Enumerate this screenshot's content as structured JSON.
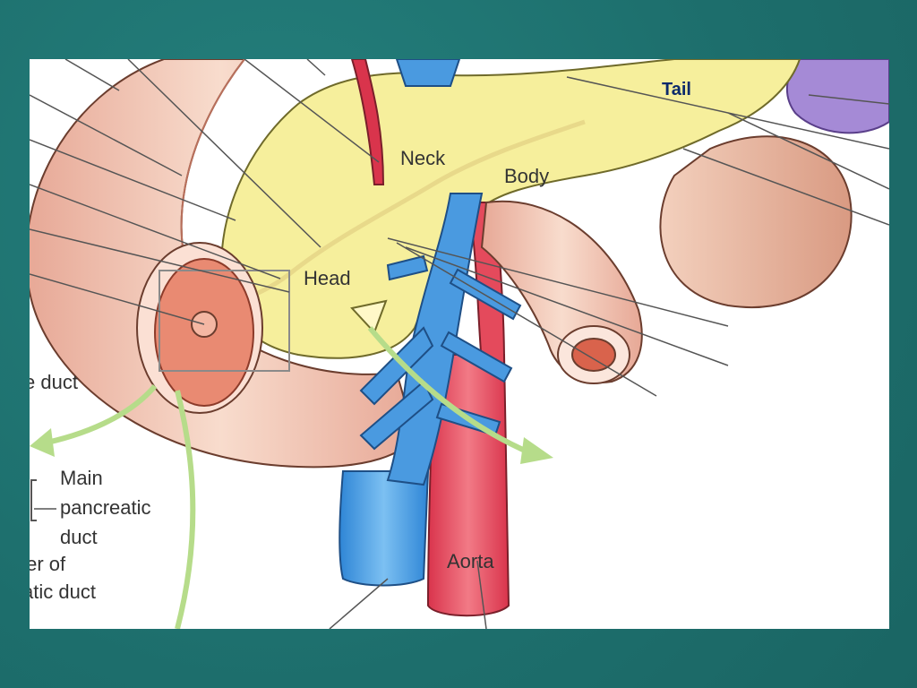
{
  "slide": {
    "background_color": "#1f7472",
    "figure_background": "#ffffff"
  },
  "labels": {
    "tail": "Tail",
    "neck": "Neck",
    "body": "Body",
    "head": "Head",
    "aorta": "Aorta",
    "bile_duct_partial": "e duct",
    "main_pancreatic_duct_line1": "Main",
    "main_pancreatic_duct_line2": "pancreatic",
    "main_pancreatic_duct_line3": "duct",
    "accessory_duct_line1": "ter of",
    "accessory_duct_line2": "atic duct"
  },
  "colors": {
    "pancreas": "#f6ef9c",
    "duodenum": "#e9b8a4",
    "vein": "#4a9ae0",
    "aorta": "#e44a5c",
    "spleen": "#a58ad6",
    "kidney": "#e6b49e",
    "arrow": "#b6dc8a",
    "tail_label": "#0b2a6b"
  }
}
